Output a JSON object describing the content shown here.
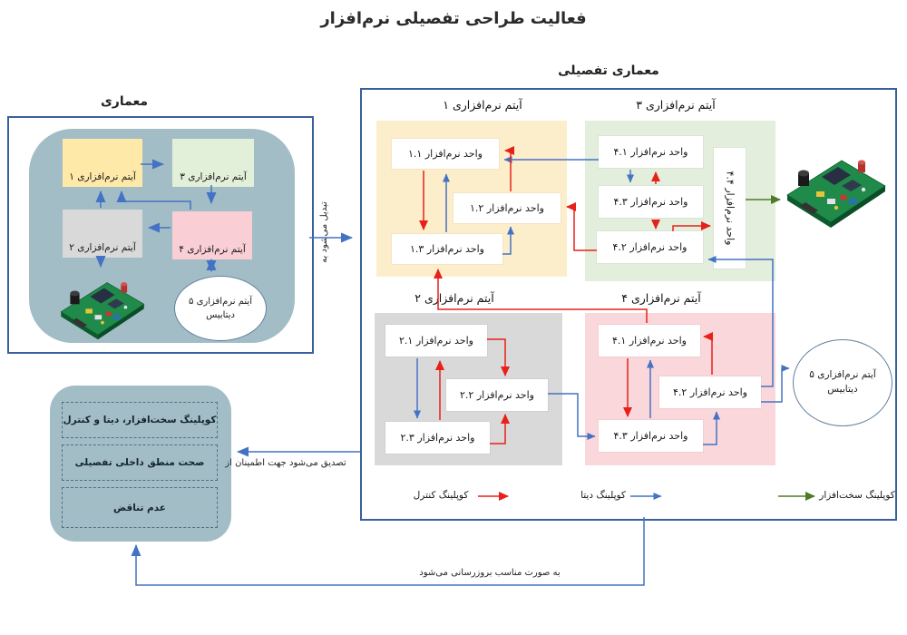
{
  "title": "فعالیت طراحی تفصیلی نرم‌افزار",
  "architecture": {
    "heading": "معماری",
    "item1": "آیتم نرم‌افزاری ۱",
    "item3": "آیتم نرم‌افزاری ۳",
    "item2": "آیتم نرم‌افزاری ۲",
    "item4": "آیتم نرم‌افزاری ۴",
    "item5_line1": "آیتم نرم‌افزاری ۵",
    "item5_line2": "دیتابیس"
  },
  "transform_label": "تبدیل می‌شود به",
  "detailed": {
    "heading": "معماری تفصیلی",
    "item1": {
      "title": "آیتم نرم‌افزاری ۱",
      "units": [
        "واحد نرم‌افزار ۱.۱",
        "واحد نرم‌افزار ۱.۲",
        "واحد نرم‌افزار ۱.۳"
      ]
    },
    "item3": {
      "title": "آیتم نرم‌افزاری ۳",
      "units": [
        "واحد نرم‌افزار ۴.۱",
        "واحد نرم‌افزار ۴.۳",
        "واحد نرم‌افزار ۴.۲"
      ],
      "rotated_unit": "واحد نرم‌افزار ۴.۴"
    },
    "item2": {
      "title": "آیتم نرم‌افزاری ۲",
      "units": [
        "واحد نرم‌افزار ۲.۱",
        "واحد نرم‌افزار ۲.۲",
        "واحد نرم‌افزار ۲.۳"
      ]
    },
    "item4": {
      "title": "آیتم نرم‌افزاری ۴",
      "units": [
        "واحد نرم‌افزار ۴.۱",
        "واحد نرم‌افزار ۴.۲",
        "واحد نرم‌افزار ۴.۳"
      ]
    },
    "database": {
      "line1": "آیتم نرم‌افزاری ۵",
      "line2": "دیتابیس"
    }
  },
  "legend": {
    "control": "کوپلینگ کنترل",
    "data": "کوپلینگ دیتا",
    "hardware": "کوپلینگ سخت‌افزار"
  },
  "verification": {
    "rows": [
      "کوپلینگ سخت‌افزار، دیتا و کنترل",
      "صحت منطق داخلی تفصیلی",
      "عدم تناقض"
    ],
    "verify_label": "تصدیق می‌شود جهت اطمینان از",
    "update_label": "به صورت مناسب بروزرسانی می‌شود"
  },
  "colors": {
    "blue": "#4472c4",
    "red": "#e8201a",
    "green": "#4f7a28",
    "box_border": "#3a5f9f",
    "panel": "#a3bdc7",
    "yellow_region": "#fdeecb",
    "yellow_box": "#ffe9a8",
    "green_region": "#e3efdc",
    "gray_region": "#d9d9d9",
    "pink_region": "#fad7da",
    "pink_box": "#f9ced4",
    "dashed": "#4d7183"
  }
}
